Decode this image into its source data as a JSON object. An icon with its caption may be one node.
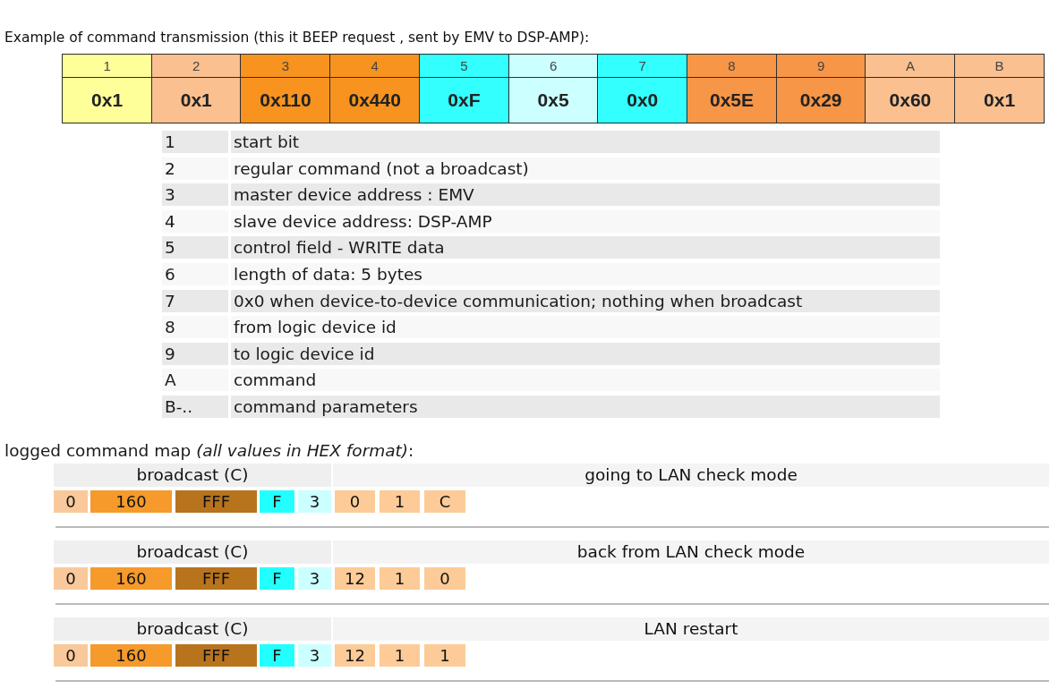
{
  "diagram": {
    "title": "Example of command transmission (this it BEEP request , sent by EMV to DSP-AMP):",
    "nodes": [
      {
        "text": [
          "1",
          "0x1"
        ]
      },
      {
        "text": [
          "2",
          "0x1"
        ]
      },
      {
        "text": [
          "3",
          "0x110"
        ]
      },
      {
        "text": [
          "4",
          "0x440"
        ]
      },
      {
        "text": [
          "5",
          "0xF"
        ]
      },
      {
        "text": [
          "6",
          "0x5"
        ]
      },
      {
        "text": [
          "7",
          "0x0"
        ]
      },
      {
        "text": [
          "8",
          "0x5E"
        ]
      },
      {
        "text": [
          "9",
          "0x29"
        ]
      },
      {
        "text": [
          "A",
          "0x60"
        ]
      },
      {
        "text": [
          "B",
          "0x1"
        ]
      },
      {
        "text": [
          "broadcast (C)"
        ]
      },
      {
        "text": [
          "going to LAN check mode"
        ]
      },
      {
        "text": [
          "0"
        ]
      },
      {
        "text": [
          "160"
        ]
      },
      {
        "text": [
          "FFF"
        ]
      },
      {
        "text": [
          "F"
        ]
      },
      {
        "text": [
          "3"
        ]
      },
      {
        "text": [
          "0"
        ]
      },
      {
        "text": [
          "1"
        ]
      },
      {
        "text": [
          "C"
        ]
      },
      {
        "text": [
          "broadcast (C)"
        ]
      },
      {
        "text": [
          "back from LAN check mode"
        ]
      },
      {
        "text": [
          "0"
        ]
      },
      {
        "text": [
          "160"
        ]
      },
      {
        "text": [
          "FFF"
        ]
      },
      {
        "text": [
          "F"
        ]
      },
      {
        "text": [
          "3"
        ]
      },
      {
        "text": [
          "12"
        ]
      },
      {
        "text": [
          "1"
        ]
      },
      {
        "text": [
          "0"
        ]
      },
      {
        "text": [
          "broadcast (C)"
        ]
      },
      {
        "text": [
          "LAN restart"
        ]
      },
      {
        "text": [
          "0"
        ]
      },
      {
        "text": [
          "160"
        ]
      },
      {
        "text": [
          "FFF"
        ]
      },
      {
        "text": [
          "F"
        ]
      },
      {
        "text": [
          "3"
        ]
      },
      {
        "text": [
          "12"
        ]
      },
      {
        "text": [
          "1"
        ]
      },
      {
        "text": [
          "1"
        ]
      }
    ],
    "labels": [
      "1",
      "start bit",
      "2",
      "regular command (not a broadcast)",
      "3",
      "master device address : EMV",
      "4",
      "slave device address: DSP-AMP",
      "5",
      "control field - WRITE data",
      "6",
      "length of data: 5 bytes",
      "7",
      "0x0 when device-to-device communication; nothing when broadcast",
      "8",
      "from logic device id",
      "9",
      "to logic device id",
      "A",
      "command",
      "B-..",
      "command parameters",
      "logged command map *(all values in HEX format)*:"
    ]
  }
}
